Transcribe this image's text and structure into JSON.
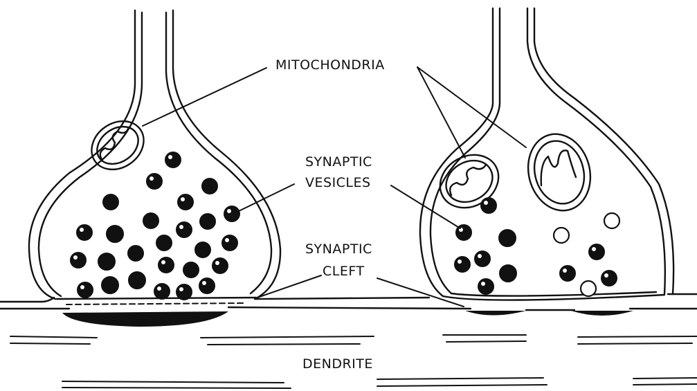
{
  "labels": {
    "mitochondria": "MITOCHONDRIA",
    "synaptic_vesicles_line1": "SYNAPTIC",
    "synaptic_vesicles_line2": "VESICLES",
    "synaptic_cleft_line1": "SYNAPTIC",
    "synaptic_cleft_line2": "CLEFT",
    "dendrite": "DENDRITE"
  }
}
